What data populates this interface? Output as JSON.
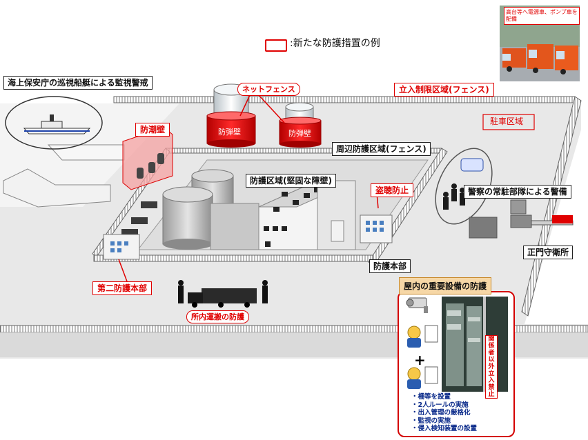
{
  "legend": {
    "text": ":新たな防護措置の例",
    "color": "#e00000"
  },
  "labels": {
    "coast_guard": "海上保安庁の巡視船艇による監視警戒",
    "net_fence": "ネットフェンス",
    "restricted_area": "立入制限区域(フェンス)",
    "seawall": "防潮壁",
    "bulletproof_wall_1": "防弾壁",
    "bulletproof_wall_2": "防弾壁",
    "parking_area": "駐車区域",
    "perimeter_area": "周辺防護区域(フェンス)",
    "protected_area": "防護区域(堅固な障壁)",
    "anti_eavesdrop": "盗聴防止",
    "police": "警察の常駐部隊による警備",
    "main_gate": "正門守衛所",
    "defense_hq": "防護本部",
    "second_hq": "第二防護本部",
    "transport": "所内運搬の防護"
  },
  "trucks_caption": "高台等へ電源車、ポンプ車を配備",
  "indoor_panel": {
    "title": "屋内の重要設備の防護",
    "sign": "関係者以外立入禁止",
    "plus": "+",
    "bullets": [
      "・柵等を設置",
      "・2人ルールの実施",
      "・出入管理の厳格化",
      "・監視の実施",
      "・侵入検知装置の設置"
    ]
  },
  "colors": {
    "accent_red": "#e00000",
    "ground": "#e6e6e6",
    "fence": "#8a8a8a",
    "building": "#d9d9d9"
  }
}
